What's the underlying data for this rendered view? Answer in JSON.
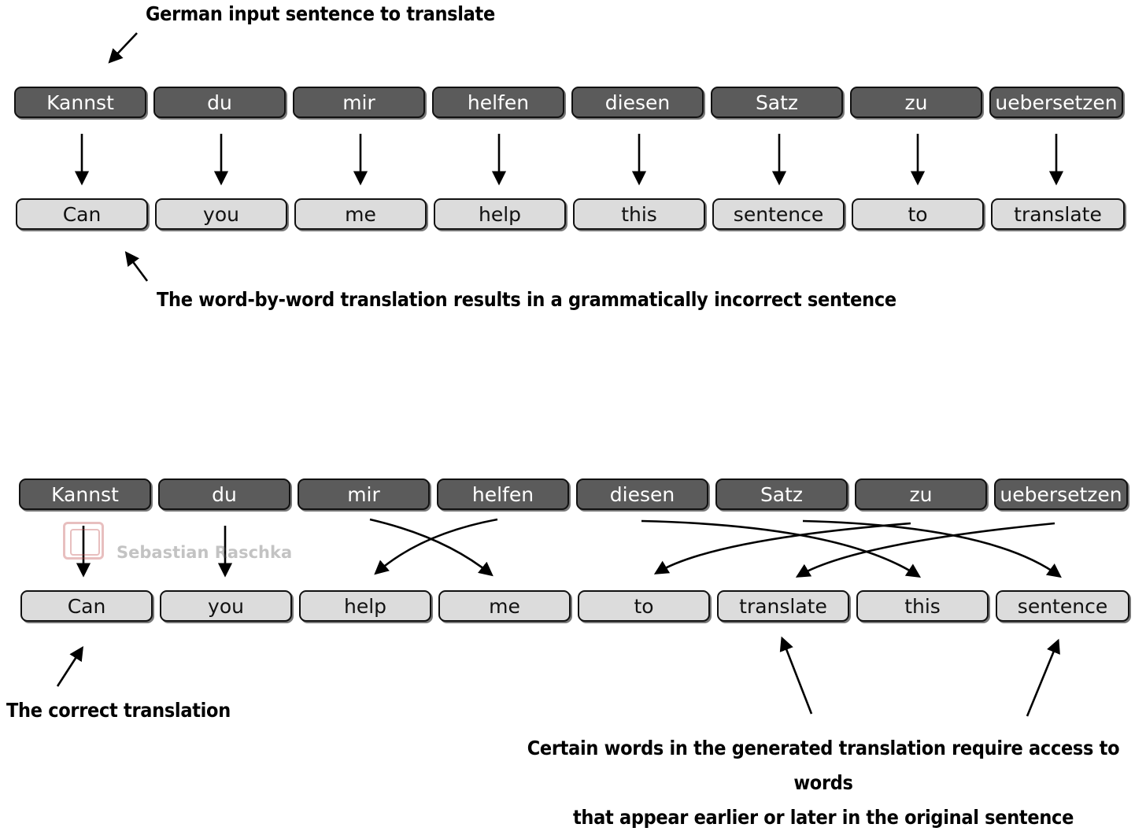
{
  "annotations": {
    "input_label": "German input sentence to translate",
    "wordbyword_label": "The word-by-word translation results in a grammatically incorrect sentence",
    "correct_label": "The correct translation",
    "access_label_line1": "Certain words in the generated translation require access to words",
    "access_label_line2": "that appear earlier or later in the original sentence"
  },
  "top": {
    "german": [
      "Kannst",
      "du",
      "mir",
      "helfen",
      "diesen",
      "Satz",
      "zu",
      "uebersetzen"
    ],
    "english": [
      "Can",
      "you",
      "me",
      "help",
      "this",
      "sentence",
      "to",
      "translate"
    ]
  },
  "bottom": {
    "german": [
      "Kannst",
      "du",
      "mir",
      "helfen",
      "diesen",
      "Satz",
      "zu",
      "uebersetzen"
    ],
    "english": [
      "Can",
      "you",
      "help",
      "me",
      "to",
      "translate",
      "this",
      "sentence"
    ]
  },
  "watermark": "Sebastian Raschka",
  "colors": {
    "german_box": "#5b5b5b",
    "english_box": "#dcdcdc",
    "arrow": "#000000"
  }
}
